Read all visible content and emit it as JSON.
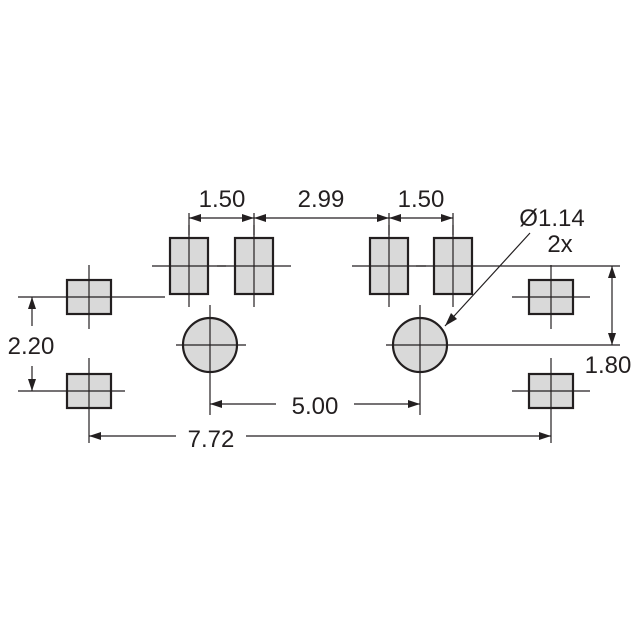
{
  "dimensions": {
    "pad_width_left": "1.50",
    "pad_gap": "2.99",
    "pad_width_right": "1.50",
    "hole_diameter": "Ø1.14",
    "hole_count": "2x",
    "pin_pitch_vertical": "2.20",
    "offset_vertical": "1.80",
    "hole_spacing": "5.00",
    "overall_width": "7.72"
  },
  "colors": {
    "pad_fill": "#d9d9d9",
    "outline": "#231f20",
    "background": "#ffffff"
  }
}
